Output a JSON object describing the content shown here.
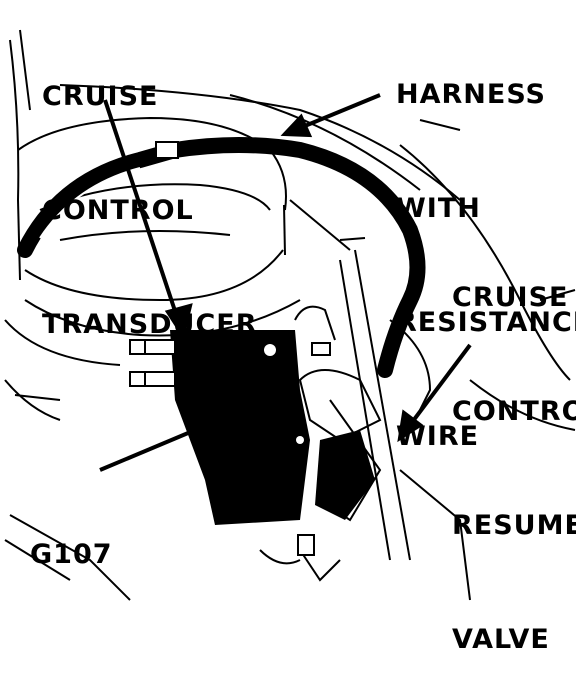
{
  "labels": {
    "transducer": [
      "CRUISE",
      "CONTROL",
      "TRANSDUCER"
    ],
    "harness": [
      "HARNESS",
      "WITH",
      "RESISTANCE",
      "WIRE"
    ],
    "resume_valve": [
      "CRUISE",
      "CONTROL",
      "RESUME",
      "VALVE"
    ],
    "ground": "G107"
  },
  "colors": {
    "ink": "#000000",
    "paper": "#ffffff"
  }
}
